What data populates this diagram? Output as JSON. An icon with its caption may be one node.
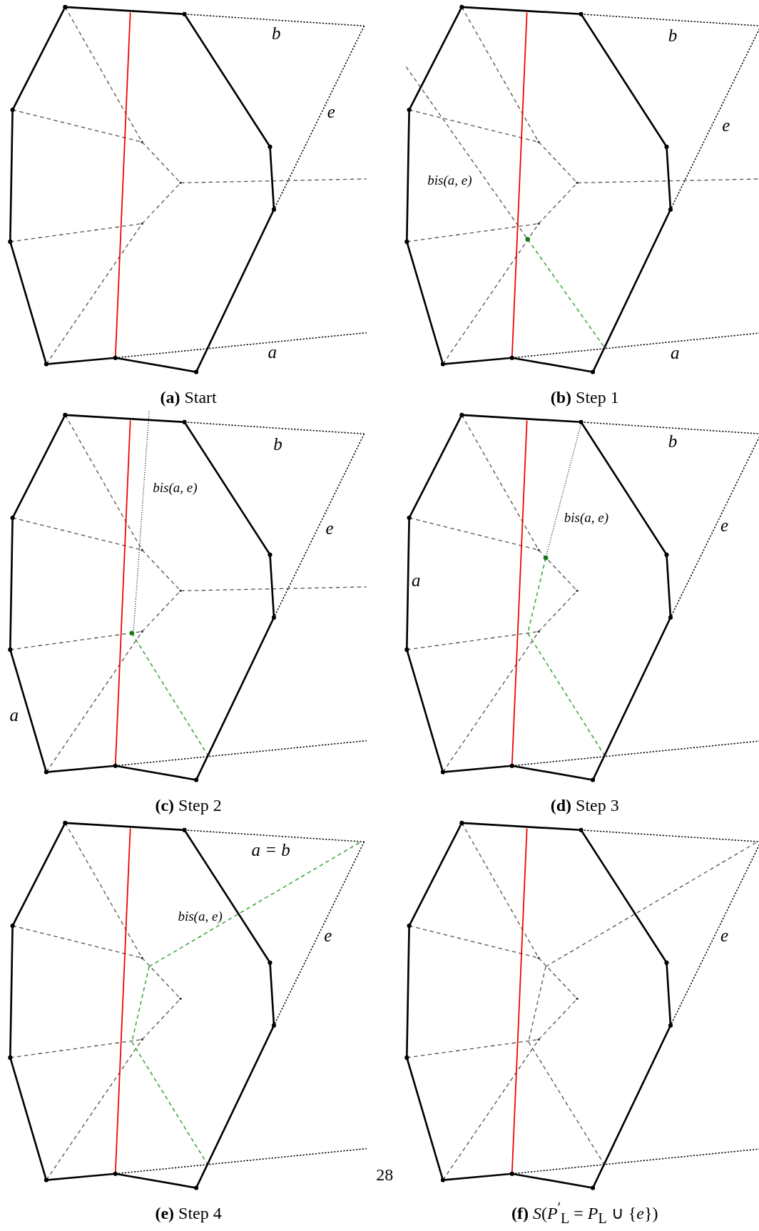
{
  "diagram": {
    "labels": [
      "b",
      "e",
      "a",
      "**(a)** Start",
      "b",
      "e",
      "bis(a, e)",
      "a",
      "**(b)** Step 1",
      "b",
      "bis(a, e)",
      "e",
      "a",
      "**(c)** Step 2",
      "b",
      "bis(a, e)",
      "e",
      "a",
      "**(d)** Step 3",
      "a = b",
      "bis(a, e)",
      "e",
      "**(e)** Step 4",
      "28",
      "e",
      "**(f)** *S*(*P*$^{′}$$_{L}$ = *P*$_{L}$ ∪ {*e*})"
    ]
  }
}
